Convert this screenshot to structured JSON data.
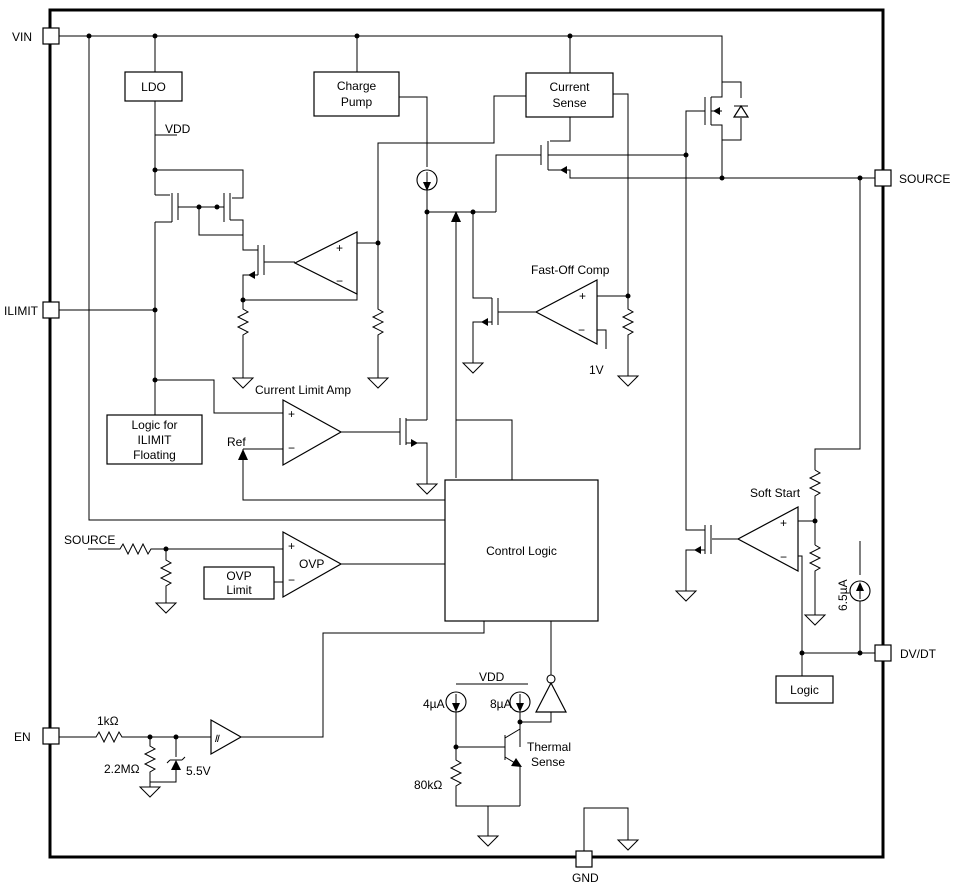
{
  "pins": {
    "vin": "VIN",
    "ilimit": "ILIMIT",
    "en": "EN",
    "source": "SOURCE",
    "dvdt": "DV/DT",
    "gnd": "GND"
  },
  "blocks": {
    "ldo": "LDO",
    "charge_pump": [
      "Charge",
      "Pump"
    ],
    "current_sense": [
      "Current",
      "Sense"
    ],
    "logic_ilimit": [
      "Logic for",
      "ILIMIT",
      "Floating"
    ],
    "control_logic": "Control Logic",
    "ovp_limit": [
      "OVP",
      "Limit"
    ],
    "logic": "Logic"
  },
  "labels": {
    "vdd_top": "VDD",
    "vdd_bottom": "VDD",
    "fast_off_comp": "Fast-Off Comp",
    "one_v": "1V",
    "current_limit_amp": "Current Limit Amp",
    "ref": "Ref",
    "source_in": "SOURCE",
    "ovp": "OVP",
    "soft_start": "Soft Start",
    "i_65ua": "6.5µA",
    "r_1k": "1kΩ",
    "r_22m": "2.2MΩ",
    "z_55v": "5.5V",
    "i_4ua": "4µA",
    "i_8ua": "8µA",
    "r_80k": "80kΩ",
    "thermal_sense": [
      "Thermal",
      "Sense"
    ]
  },
  "symbols": {
    "plus": "+",
    "minus": "−"
  }
}
